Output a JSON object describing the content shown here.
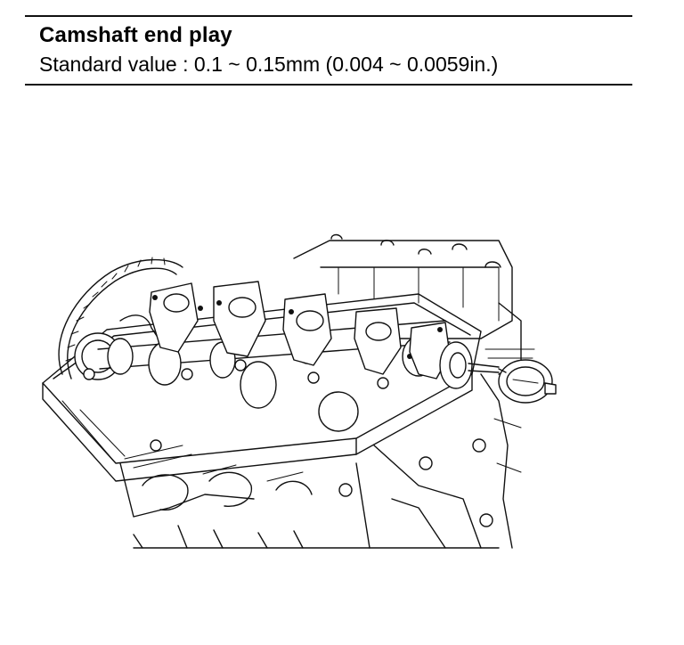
{
  "spec": {
    "heading": "Camshaft end play",
    "standard_line": "Standard value : 0.1 ~ 0.15mm (0.004 ~ 0.0059in.)"
  },
  "figure": {
    "subject": "cylinder head camshaft with dial gauge at camshaft end"
  }
}
